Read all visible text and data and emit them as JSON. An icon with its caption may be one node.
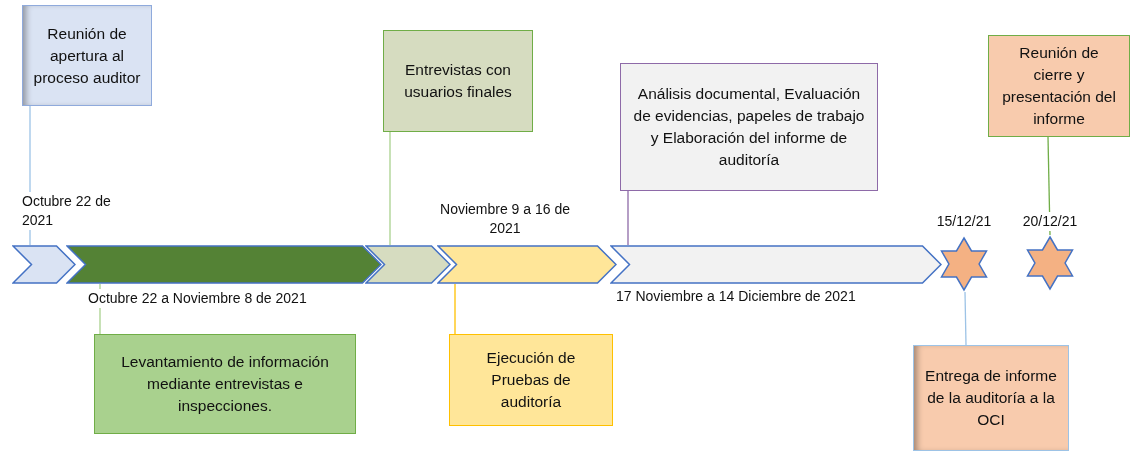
{
  "diagram": {
    "nodes": [
      {
        "text": [
          "Reunión de apertura al proceso auditor"
        ]
      },
      {
        "text": [
          "Entrevistas con usuarios finales"
        ]
      },
      {
        "text": [
          "Análisis documental, Evaluación de evidencias, papeles de trabajo y Elaboración del informe de auditoría"
        ]
      },
      {
        "text": [
          "Reunión de cierre y presentación del informe"
        ]
      },
      {
        "text": [],
        "shape": "chevron",
        "beside": [
          "Octubre 22 de 2021"
        ]
      },
      {
        "text": [],
        "shape": "chevron",
        "beside": [
          "Octubre 22 a Noviembre 8 de 2021"
        ]
      },
      {
        "text": [],
        "shape": "chevron"
      },
      {
        "text": [],
        "shape": "chevron",
        "beside": [
          "Noviembre 9 a 16 de 2021"
        ]
      },
      {
        "text": [],
        "shape": "chevron",
        "beside": [
          "17 Noviembre a 14 Diciembre de 2021"
        ]
      },
      {
        "text": [],
        "shape": "star",
        "beside": [
          "15/12/21"
        ]
      },
      {
        "text": [],
        "shape": "star",
        "beside": [
          "20/12/21"
        ]
      },
      {
        "text": [
          "Levantamiento de información mediante entrevistas e inspecciones."
        ]
      },
      {
        "text": [
          "Ejecución de Pruebas de auditoría"
        ]
      },
      {
        "text": [
          "Entrega de informe de la auditoría a la OCI"
        ]
      }
    ],
    "edges": [
      {
        "from": 0,
        "to": 4,
        "arrow": "none",
        "color": "#9dc3e6"
      },
      {
        "from": 1,
        "to": 6,
        "arrow": "none",
        "color": "#a9d18e"
      },
      {
        "from": 2,
        "to": 8,
        "arrow": "none",
        "color": "#8e6aa8"
      },
      {
        "from": 3,
        "to": 10,
        "arrow": "none",
        "color": "#70ad47"
      },
      {
        "from": 11,
        "to": 5,
        "arrow": "none",
        "color": "#a9d18e"
      },
      {
        "from": 12,
        "to": 7,
        "arrow": "none",
        "color": "#ffc000"
      },
      {
        "from": 13,
        "to": 9,
        "arrow": "none",
        "color": "#9dc3e6"
      }
    ]
  }
}
